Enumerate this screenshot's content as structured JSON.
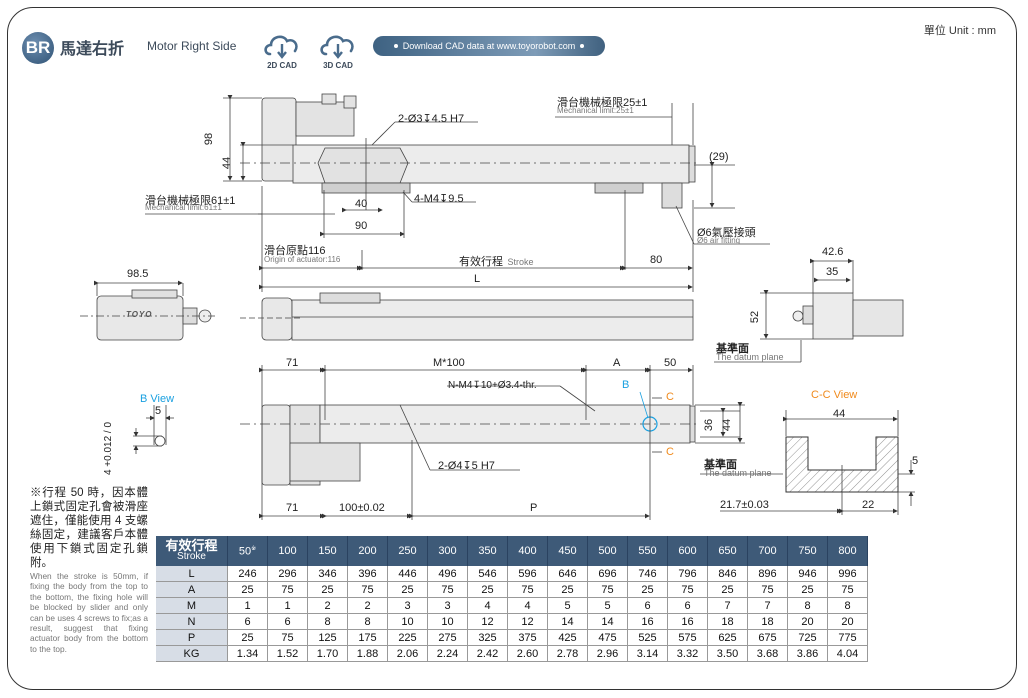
{
  "header": {
    "badge": "BR",
    "title_zh": "馬達右折",
    "title_en": "Motor Right Side",
    "cad_buttons": [
      {
        "label": "2D CAD",
        "icon": "cloud-download-icon"
      },
      {
        "label": "3D CAD",
        "icon": "cloud-download-icon"
      }
    ],
    "download_text": "Download CAD data at www.toyorobot.com",
    "unit": "單位 Unit : mm"
  },
  "colors": {
    "brand": "#3e5a78",
    "accent_blue": "#1aa0e0",
    "accent_orange": "#f08a1c",
    "row_header_bg": "#d7dde6"
  },
  "top_view": {
    "dim_98": "98",
    "dim_44": "44",
    "pin_hole": "2-Ø3↧4.5 H7",
    "mech_limit_right_zh": "滑台機械極限25±1",
    "mech_limit_right_en": "Mechanical limit:25±1",
    "mech_limit_left_zh": "滑台機械極限61±1",
    "mech_limit_left_en": "Mechanical limit:61±1",
    "screw": "4-M4↧9.5",
    "dim_40": "40",
    "dim_90": "90",
    "dim_29": "(29)",
    "air_fitting_zh": "Ø6氣壓接頭",
    "air_fitting_en": "Ø6 air fitting",
    "origin_zh": "滑台原點116",
    "origin_en": "Origin of actuator:116",
    "stroke_zh": "有效行程",
    "stroke_en": "Stroke",
    "dim_80": "80",
    "dim_L": "L"
  },
  "side_views": {
    "left_dim": "98.5",
    "logo": "TOYO",
    "right_dim_42_6": "42.6",
    "right_dim_35": "35",
    "right_dim_52": "52",
    "datum_zh": "基準面",
    "datum_en": "The datum plane"
  },
  "bottom_view": {
    "dim_71_top": "71",
    "dim_m100": "M*100",
    "dim_A": "A",
    "dim_50": "50",
    "thread_note": "N-M4↧10+Ø3.4-thr.",
    "b_marker": "B",
    "c_marker": "C",
    "dim_36": "36",
    "dim_44": "44",
    "pin_note": "2-Ø4↧5 H7",
    "dim_71_bottom": "71",
    "dim_100": "100±0.02",
    "dim_P": "P",
    "datum_zh": "基準面",
    "datum_en": "The datum plane"
  },
  "b_view": {
    "title": "B View",
    "dim_5": "5",
    "dim_tol": "4 +0.012 / 0"
  },
  "cc_view": {
    "title": "C-C View",
    "dim_44": "44",
    "dim_5": "5",
    "dim_21_7": "21.7±0.03",
    "dim_22": "22",
    "datum_zh": "基準面",
    "datum_en": "The datum plane"
  },
  "note": {
    "zh": "※行程 50 時，因本體上鎖式固定孔會被滑座遮住，僅能使用 4 支螺絲固定，建議客戶本體使用下鎖式固定孔鎖附。",
    "en": "When the stroke is 50mm, if fixing the body from the top to the bottom, the fixing hole will be blocked by slider and only can be uses 4 screws to fix;as a result, suggest that fixing actuator body from the bottom to the top."
  },
  "spec_table": {
    "header_zh": "有效行程",
    "header_en": "Stroke",
    "strokes": [
      "50",
      "100",
      "150",
      "200",
      "250",
      "300",
      "350",
      "400",
      "450",
      "500",
      "550",
      "600",
      "650",
      "700",
      "750",
      "800"
    ],
    "first_stroke_mark": "※",
    "rows": [
      {
        "label": "L",
        "values": [
          "246",
          "296",
          "346",
          "396",
          "446",
          "496",
          "546",
          "596",
          "646",
          "696",
          "746",
          "796",
          "846",
          "896",
          "946",
          "996"
        ]
      },
      {
        "label": "A",
        "values": [
          "25",
          "75",
          "25",
          "75",
          "25",
          "75",
          "25",
          "75",
          "25",
          "75",
          "25",
          "75",
          "25",
          "75",
          "25",
          "75"
        ]
      },
      {
        "label": "M",
        "values": [
          "1",
          "1",
          "2",
          "2",
          "3",
          "3",
          "4",
          "4",
          "5",
          "5",
          "6",
          "6",
          "7",
          "7",
          "8",
          "8"
        ]
      },
      {
        "label": "N",
        "values": [
          "6",
          "6",
          "8",
          "8",
          "10",
          "10",
          "12",
          "12",
          "14",
          "14",
          "16",
          "16",
          "18",
          "18",
          "20",
          "20"
        ]
      },
      {
        "label": "P",
        "values": [
          "25",
          "75",
          "125",
          "175",
          "225",
          "275",
          "325",
          "375",
          "425",
          "475",
          "525",
          "575",
          "625",
          "675",
          "725",
          "775"
        ]
      },
      {
        "label": "KG",
        "values": [
          "1.34",
          "1.52",
          "1.70",
          "1.88",
          "2.06",
          "2.24",
          "2.42",
          "2.60",
          "2.78",
          "2.96",
          "3.14",
          "3.32",
          "3.50",
          "3.68",
          "3.86",
          "4.04"
        ]
      }
    ]
  }
}
